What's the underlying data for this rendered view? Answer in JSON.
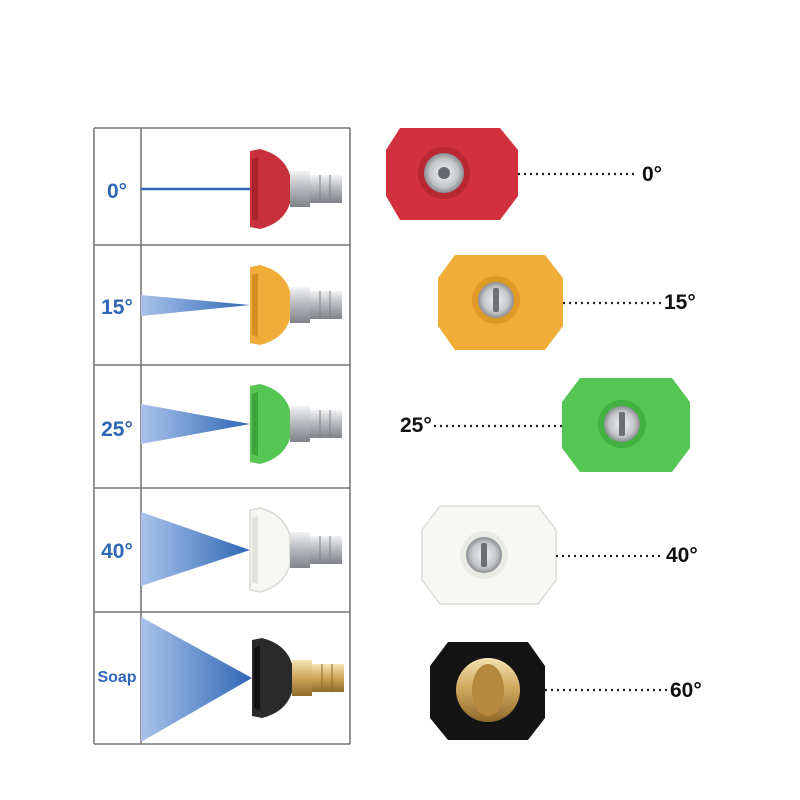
{
  "table": {
    "rows": [
      {
        "label": "0°",
        "tip_color": "#d32f3a"
      },
      {
        "label": "15°",
        "tip_color": "#f2b233"
      },
      {
        "label": "25°",
        "tip_color": "#4fc24f"
      },
      {
        "label": "40°",
        "tip_color": "#f4f4f0"
      },
      {
        "label": "Soap",
        "tip_color": "#222222"
      }
    ]
  },
  "caps": [
    {
      "label": "0°",
      "color": "#d32f3a"
    },
    {
      "label": "15°",
      "color": "#f2b233"
    },
    {
      "label": "25°",
      "color": "#4fc24f"
    },
    {
      "label": "40°",
      "color": "#f4f4f0"
    },
    {
      "label": "60°",
      "color": "#141414"
    }
  ],
  "colors": {
    "spray": "#2f66b5",
    "label_blue": "#2f66b5",
    "grid": "#777777",
    "metal": "#c9ccd0",
    "brass": "#d4b06a"
  }
}
